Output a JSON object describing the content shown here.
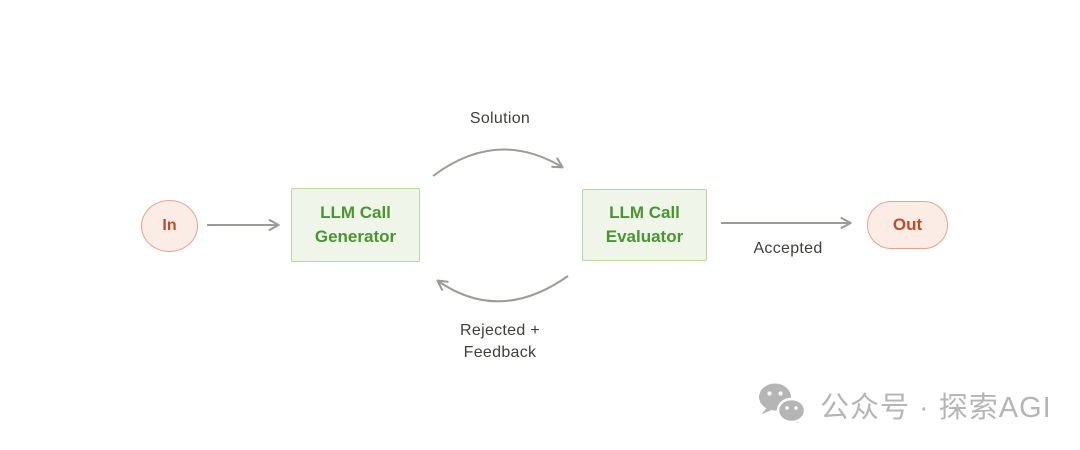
{
  "diagram": {
    "nodes": {
      "in": {
        "label": "In"
      },
      "generator": {
        "label": "LLM Call\nGenerator"
      },
      "evaluator": {
        "label": "LLM Call\nEvaluator"
      },
      "out": {
        "label": "Out"
      }
    },
    "edges": {
      "solution": {
        "label": "Solution"
      },
      "accepted": {
        "label": "Accepted"
      },
      "rejected_feedback": {
        "label": "Rejected +\nFeedback"
      }
    },
    "colors": {
      "llm_node_fill": "#eff6e9",
      "llm_node_border": "#b7d8a0",
      "llm_node_text": "#4a9432",
      "terminal_fill": "#fbece6",
      "terminal_border": "#e7a38d",
      "terminal_text": "#c14a2d",
      "arrow": "#9b9b97",
      "edge_label_text": "#3e3f3b",
      "watermark": "#b5b5b5"
    }
  },
  "watermark": {
    "icon": "wechat-icon",
    "text": "公众号 · 探索AGI"
  }
}
